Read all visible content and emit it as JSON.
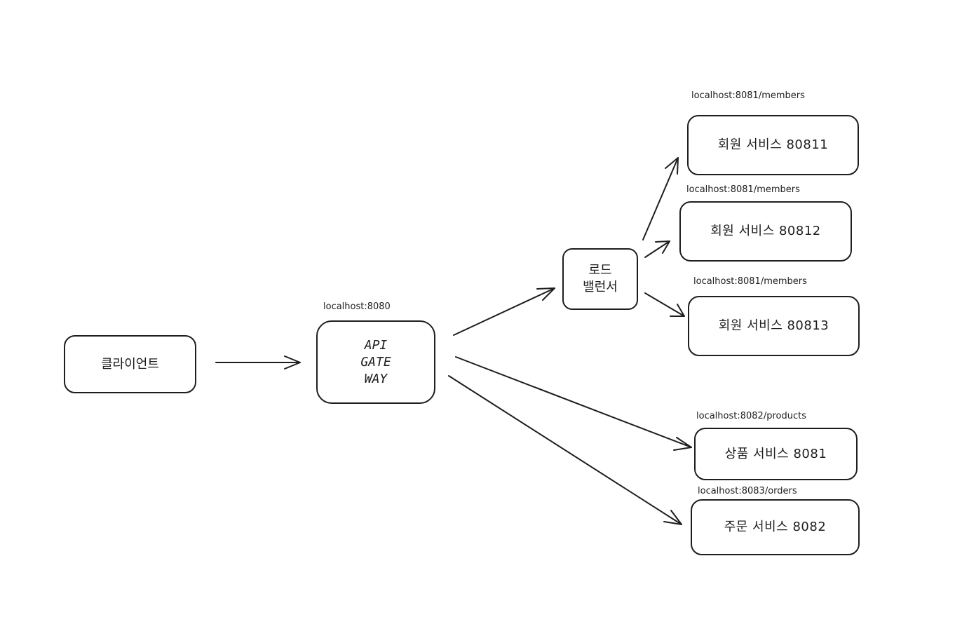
{
  "diagram": {
    "nodes": {
      "client": {
        "label": "클라이언트"
      },
      "gateway": {
        "label": "API\nGATE\nWAY"
      },
      "load_balancer": {
        "label": "로드\n밸런서"
      },
      "member_service_1": {
        "label": "회원 서비스 80811"
      },
      "member_service_2": {
        "label": "회원 서비스 80812"
      },
      "member_service_3": {
        "label": "회원 서비스 80813"
      },
      "product_service": {
        "label": "상품 서비스 8081"
      },
      "order_service": {
        "label": "주문 서비스 8082"
      }
    },
    "notes": {
      "gateway_url": "localhost:8080",
      "member_url_1": "localhost:8081/members",
      "member_url_2": "localhost:8081/members",
      "member_url_3": "localhost:8081/members",
      "product_url": "localhost:8082/products",
      "order_url": "localhost:8083/orders"
    },
    "edges": [
      {
        "from": "client",
        "to": "gateway"
      },
      {
        "from": "gateway",
        "to": "load_balancer"
      },
      {
        "from": "load_balancer",
        "to": "member_service_1"
      },
      {
        "from": "load_balancer",
        "to": "member_service_2"
      },
      {
        "from": "load_balancer",
        "to": "member_service_3"
      },
      {
        "from": "gateway",
        "to": "product_service"
      },
      {
        "from": "gateway",
        "to": "order_service"
      }
    ],
    "colors": {
      "stroke": "#1e1e1e",
      "background": "#ffffff"
    }
  }
}
